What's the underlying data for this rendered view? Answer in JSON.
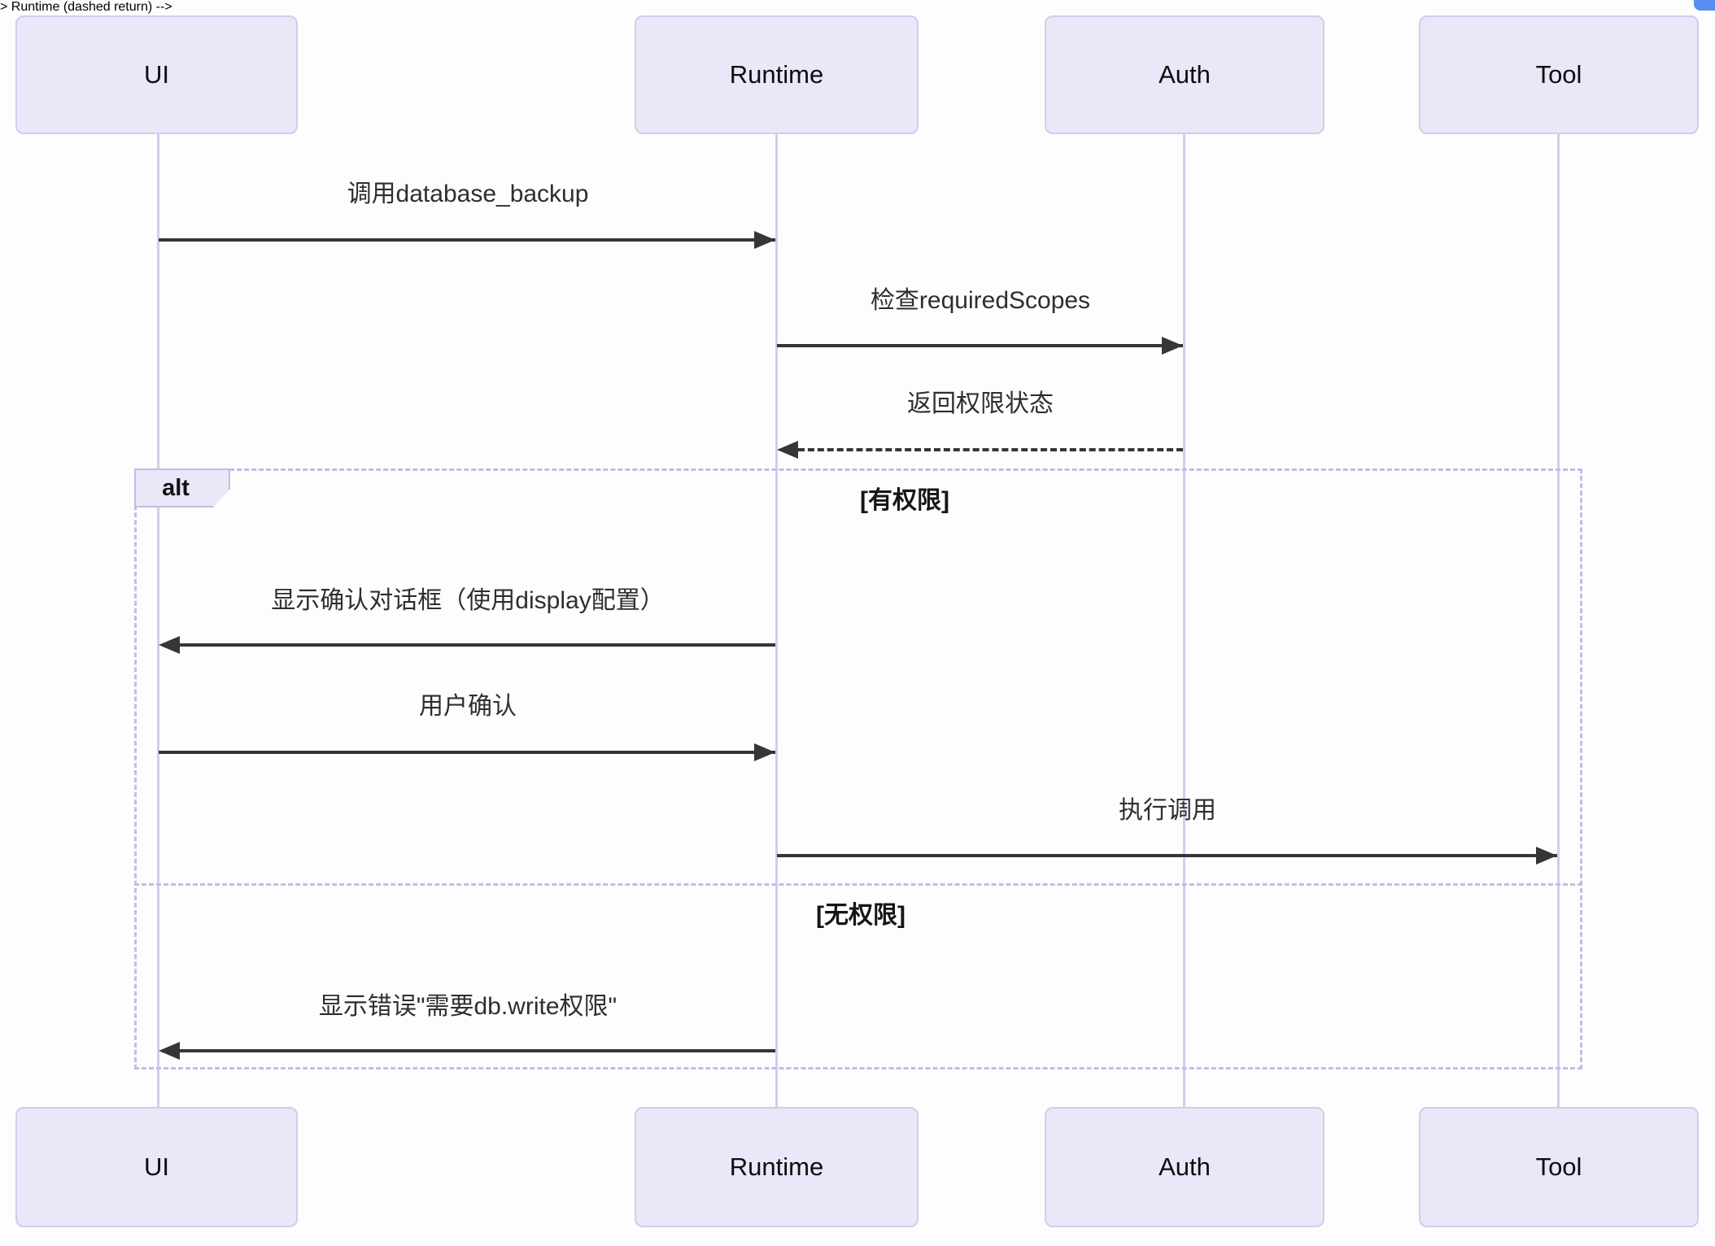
{
  "diagram": {
    "type": "sequence",
    "participants": [
      {
        "name": "UI"
      },
      {
        "name": "Runtime"
      },
      {
        "name": "Auth"
      },
      {
        "name": "Tool"
      }
    ],
    "messages": [
      {
        "from": "UI",
        "to": "Runtime",
        "label": "调用database_backup",
        "line": "solid"
      },
      {
        "from": "Runtime",
        "to": "Auth",
        "label": "检查requiredScopes",
        "line": "solid"
      },
      {
        "from": "Auth",
        "to": "Runtime",
        "label": "返回权限状态",
        "line": "dashed"
      },
      {
        "from": "Runtime",
        "to": "UI",
        "label": "显示确认对话框（使用display配置）",
        "line": "solid"
      },
      {
        "from": "UI",
        "to": "Runtime",
        "label": "用户确认",
        "line": "solid"
      },
      {
        "from": "Runtime",
        "to": "Tool",
        "label": "执行调用",
        "line": "solid"
      },
      {
        "from": "Runtime",
        "to": "UI",
        "label": "显示错误\"需要db.write权限\"",
        "line": "solid"
      }
    ],
    "alt_block": {
      "label": "alt",
      "sections": [
        {
          "guard": "[有权限]"
        },
        {
          "guard": "[无权限]"
        }
      ]
    },
    "colors": {
      "actor_fill": "#e9e7f8",
      "actor_border": "#d4cbec",
      "lifeline": "#d5cbee",
      "frame_border": "#c5bbe6",
      "message_line": "#363636",
      "message_text": "#2e2e2e",
      "corner_accent": "#5b8df0"
    }
  }
}
